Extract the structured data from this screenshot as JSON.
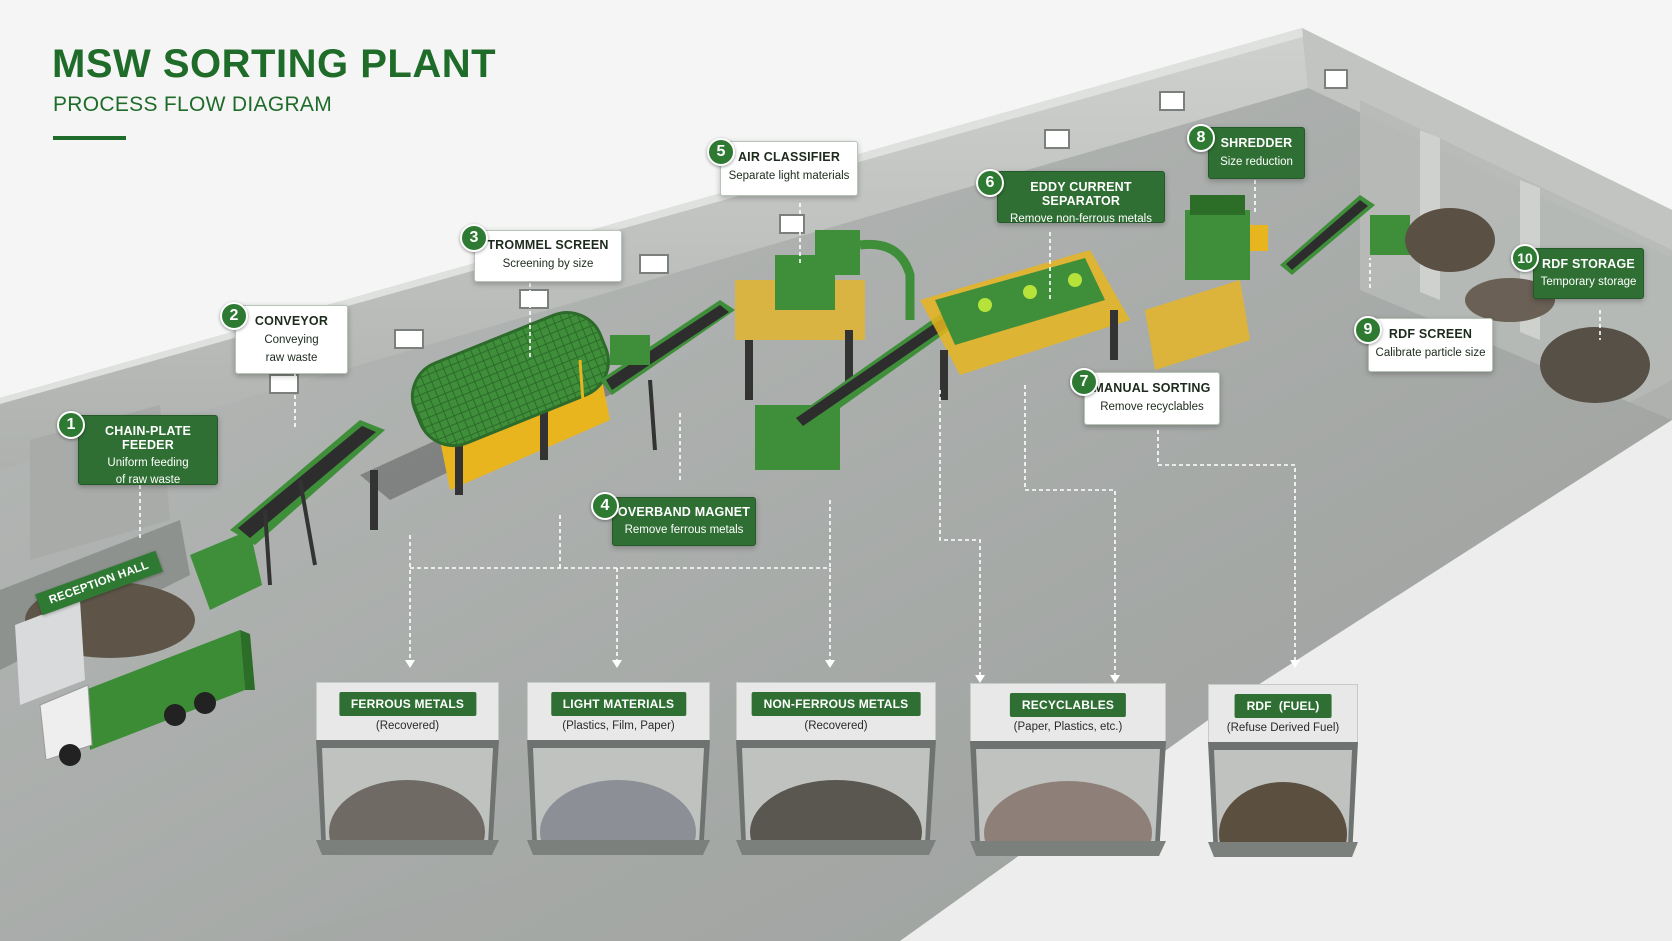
{
  "header": {
    "title": "MSW SORTING PLANT",
    "subtitle": "PROCESS FLOW DIAGRAM"
  },
  "colors": {
    "brand_green": "#2f6f33",
    "machine_green": "#3f8f3a",
    "safety_yellow": "#e8b51f",
    "floor_gray": "#a9adaa",
    "wall_gray": "#bcbfbc"
  },
  "reception_hall_label": "RECEPTION HALL",
  "steps": [
    {
      "num": "1",
      "title": "CHAIN-PLATE FEEDER",
      "desc_lines": [
        "Uniform feeding",
        "of raw waste"
      ]
    },
    {
      "num": "2",
      "title": "CONVEYOR",
      "desc_lines": [
        "Conveying",
        "raw waste"
      ]
    },
    {
      "num": "3",
      "title": "TROMMEL SCREEN",
      "desc_lines": [
        "Screening by size"
      ]
    },
    {
      "num": "4",
      "title": "OVERBAND MAGNET",
      "desc_lines": [
        "Remove ferrous metals"
      ]
    },
    {
      "num": "5",
      "title": "AIR CLASSIFIER",
      "desc_lines": [
        "Separate light materials"
      ]
    },
    {
      "num": "6",
      "title": "EDDY CURRENT SEPARATOR",
      "desc_lines": [
        "Remove non-ferrous metals"
      ]
    },
    {
      "num": "7",
      "title": "MANUAL SORTING",
      "desc_lines": [
        "Remove recyclables"
      ]
    },
    {
      "num": "8",
      "title": "SHREDDER",
      "desc_lines": [
        "Size reduction"
      ]
    },
    {
      "num": "9",
      "title": "RDF SCREEN",
      "desc_lines": [
        "Calibrate particle size"
      ]
    },
    {
      "num": "10",
      "title": "RDF STORAGE",
      "desc_lines": [
        "Temporary storage"
      ]
    }
  ],
  "output_bins": [
    {
      "title": "FERROUS METALS",
      "subtitle": "(Recovered)",
      "pile_color": "#6f6a64"
    },
    {
      "title": "LIGHT MATERIALS",
      "subtitle": "(Plastics, Film, Paper)",
      "pile_color": "#8c8f96"
    },
    {
      "title": "NON-FERROUS METALS",
      "subtitle": "(Recovered)",
      "pile_color": "#5a5650"
    },
    {
      "title": "RECYCLABLES",
      "subtitle": "(Paper, Plastics, etc.)",
      "pile_color": "#8f7f79"
    },
    {
      "title": "RDF  (FUEL)",
      "subtitle": "(Refuse Derived Fuel)",
      "pile_color": "#5b5040"
    }
  ]
}
